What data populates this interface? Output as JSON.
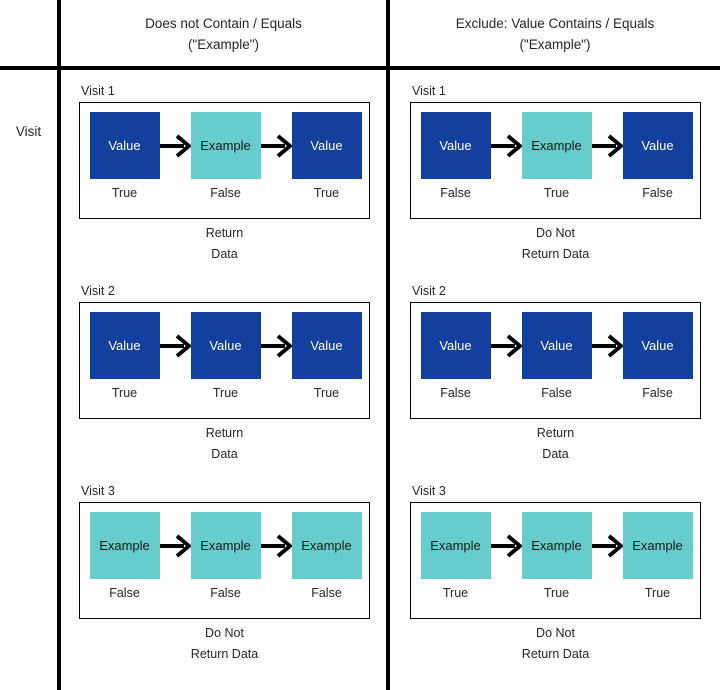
{
  "row_label": "Visit",
  "colors": {
    "value_box": "#13409E",
    "example_box": "#66CCCC",
    "rule": "#000000",
    "text": "#262626",
    "value_text": "#FFFFFF",
    "example_text": "#1A1A1A"
  },
  "columns": [
    {
      "title_line1": "Does not Contain / Equals",
      "title_line2": "(\"Example\")"
    },
    {
      "title_line1": "Exclude: Value Contains / Equals",
      "title_line2": "(\"Example\")"
    }
  ],
  "groups": [
    {
      "column": 0,
      "row": 0,
      "title": "Visit 1",
      "nodes": [
        {
          "label": "Value",
          "kind": "value",
          "flag": "True"
        },
        {
          "label": "Example",
          "kind": "example",
          "flag": "False"
        },
        {
          "label": "Value",
          "kind": "value",
          "flag": "True"
        }
      ],
      "verdict_line1": "Return",
      "verdict_line2": "Data"
    },
    {
      "column": 0,
      "row": 1,
      "title": "Visit 2",
      "nodes": [
        {
          "label": "Value",
          "kind": "value",
          "flag": "True"
        },
        {
          "label": "Value",
          "kind": "value",
          "flag": "True"
        },
        {
          "label": "Value",
          "kind": "value",
          "flag": "True"
        }
      ],
      "verdict_line1": "Return",
      "verdict_line2": "Data"
    },
    {
      "column": 0,
      "row": 2,
      "title": "Visit 3",
      "nodes": [
        {
          "label": "Example",
          "kind": "example",
          "flag": "False"
        },
        {
          "label": "Example",
          "kind": "example",
          "flag": "False"
        },
        {
          "label": "Example",
          "kind": "example",
          "flag": "False"
        }
      ],
      "verdict_line1": "Do Not",
      "verdict_line2": "Return Data"
    },
    {
      "column": 1,
      "row": 0,
      "title": "Visit 1",
      "nodes": [
        {
          "label": "Value",
          "kind": "value",
          "flag": "False"
        },
        {
          "label": "Example",
          "kind": "example",
          "flag": "True"
        },
        {
          "label": "Value",
          "kind": "value",
          "flag": "False"
        }
      ],
      "verdict_line1": "Do Not",
      "verdict_line2": "Return Data"
    },
    {
      "column": 1,
      "row": 1,
      "title": "Visit 2",
      "nodes": [
        {
          "label": "Value",
          "kind": "value",
          "flag": "False"
        },
        {
          "label": "Value",
          "kind": "value",
          "flag": "False"
        },
        {
          "label": "Value",
          "kind": "value",
          "flag": "False"
        }
      ],
      "verdict_line1": "Return",
      "verdict_line2": "Data"
    },
    {
      "column": 1,
      "row": 2,
      "title": "Visit 3",
      "nodes": [
        {
          "label": "Example",
          "kind": "example",
          "flag": "True"
        },
        {
          "label": "Example",
          "kind": "example",
          "flag": "True"
        },
        {
          "label": "Example",
          "kind": "example",
          "flag": "True"
        }
      ],
      "verdict_line1": "Do Not",
      "verdict_line2": "Return Data"
    }
  ]
}
